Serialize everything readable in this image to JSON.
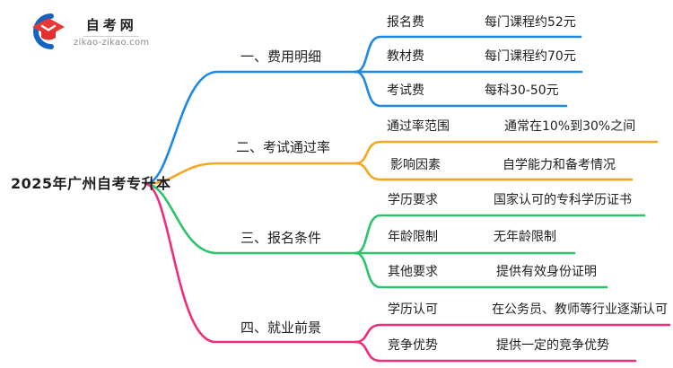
{
  "logo": {
    "title": "自考网",
    "domain": "zikao-zikao.com",
    "icon": "graduation-cap-icon"
  },
  "palette": {
    "branch1": "#1E88E5",
    "branch2": "#F5A623",
    "branch3": "#2DC26B",
    "branch4": "#EE2D7C",
    "text": "#1f1f1f",
    "logo_blue": "#1565C0",
    "logo_red": "#E53935"
  },
  "root": {
    "label": "2025年广州自考专升本"
  },
  "branches": [
    {
      "label": "一、费用明细",
      "color": "#1E88E5",
      "children": [
        {
          "label": "报名费",
          "value": "每门课程约52元"
        },
        {
          "label": "教材费",
          "value": "每门课程约70元"
        },
        {
          "label": "考试费",
          "value": "每科30-50元"
        }
      ]
    },
    {
      "label": "二、考试通过率",
      "color": "#F5A623",
      "children": [
        {
          "label": "通过率范围",
          "value": "通常在10%到30%之间"
        },
        {
          "label": "影响因素",
          "value": "自学能力和备考情况"
        }
      ]
    },
    {
      "label": "三、报名条件",
      "color": "#2DC26B",
      "children": [
        {
          "label": "学历要求",
          "value": "国家认可的专科学历证书"
        },
        {
          "label": "年龄限制",
          "value": "无年龄限制"
        },
        {
          "label": "其他要求",
          "value": "提供有效身份证明"
        }
      ]
    },
    {
      "label": "四、就业前景",
      "color": "#EE2D7C",
      "children": [
        {
          "label": "学历认可",
          "value": "在公务员、教师等行业逐渐认可"
        },
        {
          "label": "竞争优势",
          "value": "提供一定的竞争优势"
        }
      ]
    }
  ]
}
